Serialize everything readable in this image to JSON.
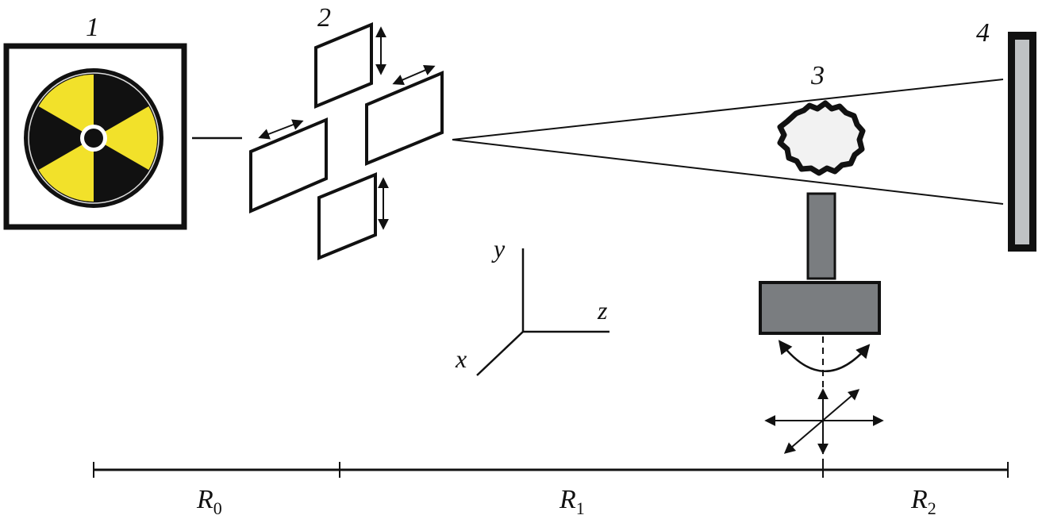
{
  "labels": {
    "source": "1",
    "slits": "2",
    "sample": "3",
    "detector": "4"
  },
  "axes": {
    "x": "x",
    "y": "y",
    "z": "z"
  },
  "distances": [
    {
      "base": "R",
      "sub": "0"
    },
    {
      "base": "R",
      "sub": "1"
    },
    {
      "base": "R",
      "sub": "2"
    }
  ],
  "colors": {
    "line": "#111111",
    "radiation_yellow": "#f2e12a",
    "stage_gray": "#7a7d80",
    "detector_gray": "#bfc2c4",
    "sample_fill": "#f2f2f2"
  }
}
